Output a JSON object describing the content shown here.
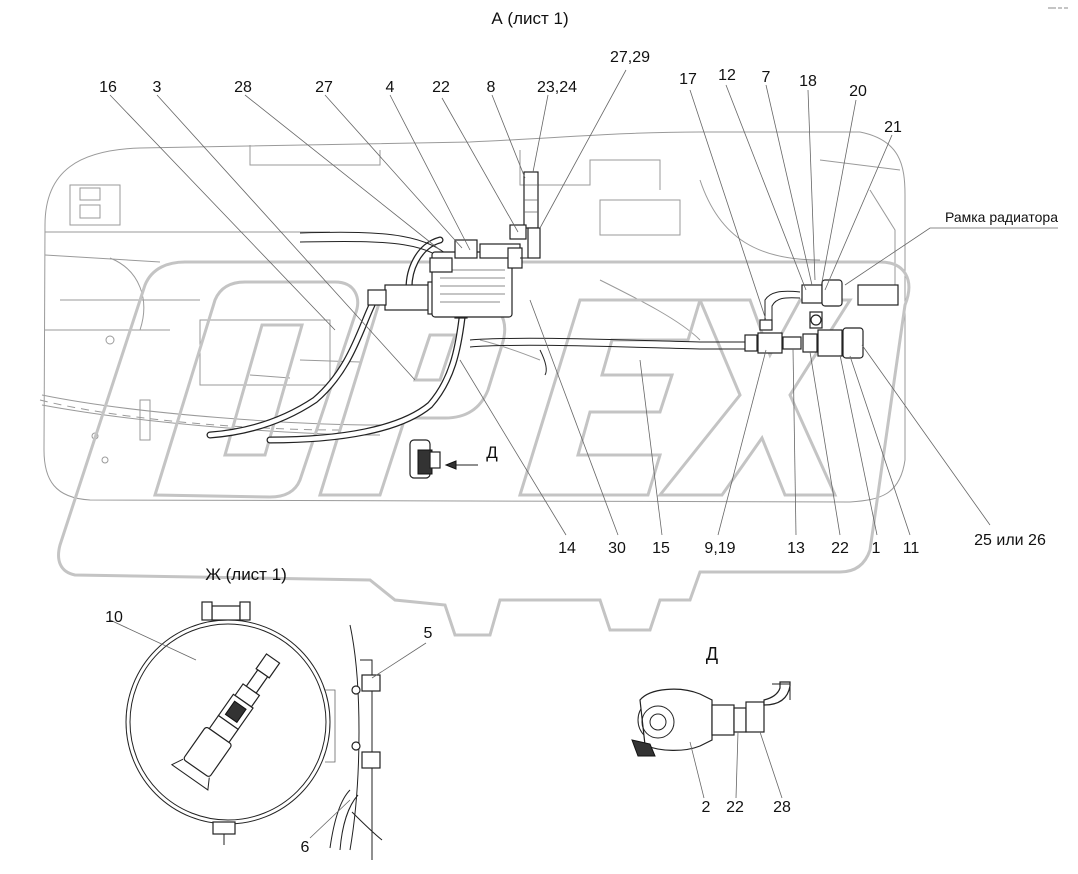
{
  "views": {
    "main_title": "А (лист 1)",
    "zh_title": "Ж (лист 1)",
    "d_title": "Д",
    "d_arrow_label": "Д"
  },
  "annotations": {
    "radiator_frame": "Рамка радиатора"
  },
  "watermark": "OPEX",
  "callouts_top": [
    "16",
    "3",
    "28",
    "27",
    "4",
    "22",
    "8",
    "23,24",
    "27,29",
    "17",
    "12",
    "7",
    "18",
    "20",
    "21"
  ],
  "callouts_bottom": [
    "14",
    "30",
    "15",
    "9,19",
    "13",
    "22",
    "1",
    "11",
    "25 или 26"
  ],
  "callouts_zh": [
    "10",
    "5",
    "6"
  ],
  "callouts_d": [
    "2",
    "22",
    "28"
  ],
  "colors": {
    "line": "#222222",
    "background_outline": "#9a9a9a",
    "watermark": "#c4c4c4"
  }
}
